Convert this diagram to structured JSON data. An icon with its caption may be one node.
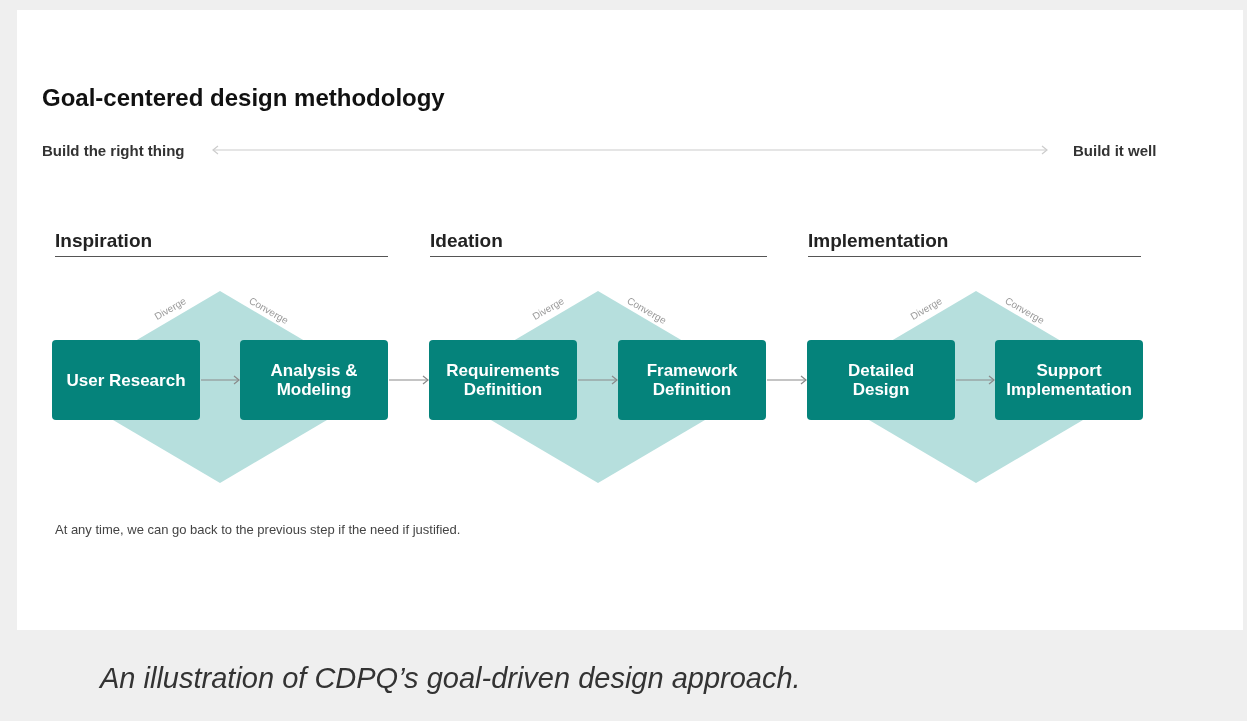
{
  "diagram": {
    "title": "Goal-centered design methodology",
    "caption": "An illustration of CDPQ’s goal-driven design approach.",
    "nodes": [
      {
        "text": [
          "Build the right thing"
        ]
      },
      {
        "text": [
          "Build it well"
        ]
      },
      {
        "text": [
          "User Research"
        ]
      },
      {
        "text": [
          "Analysis & Modeling"
        ]
      },
      {
        "text": [
          "Requirements Definition"
        ]
      },
      {
        "text": [
          "Framework Definition"
        ]
      },
      {
        "text": [
          "Detailed Design"
        ]
      },
      {
        "text": [
          "Support Implementation"
        ]
      }
    ],
    "edges": [
      {
        "from": 0,
        "to": 1,
        "arrow": "both",
        "color": "#cccccc"
      },
      {
        "from": 2,
        "to": 3,
        "arrow": "to"
      },
      {
        "from": 3,
        "to": 4,
        "arrow": "to"
      },
      {
        "from": 4,
        "to": 5,
        "arrow": "to"
      },
      {
        "from": 5,
        "to": 6,
        "arrow": "to"
      },
      {
        "from": 6,
        "to": 7,
        "arrow": "to"
      }
    ],
    "labels": [
      "Inspiration",
      "Ideation",
      "Implementation",
      "Diverge",
      "Converge",
      "Diverge",
      "Converge",
      "Diverge",
      "Converge",
      "At any time, we can go back to the previous step if the need if justified."
    ]
  }
}
